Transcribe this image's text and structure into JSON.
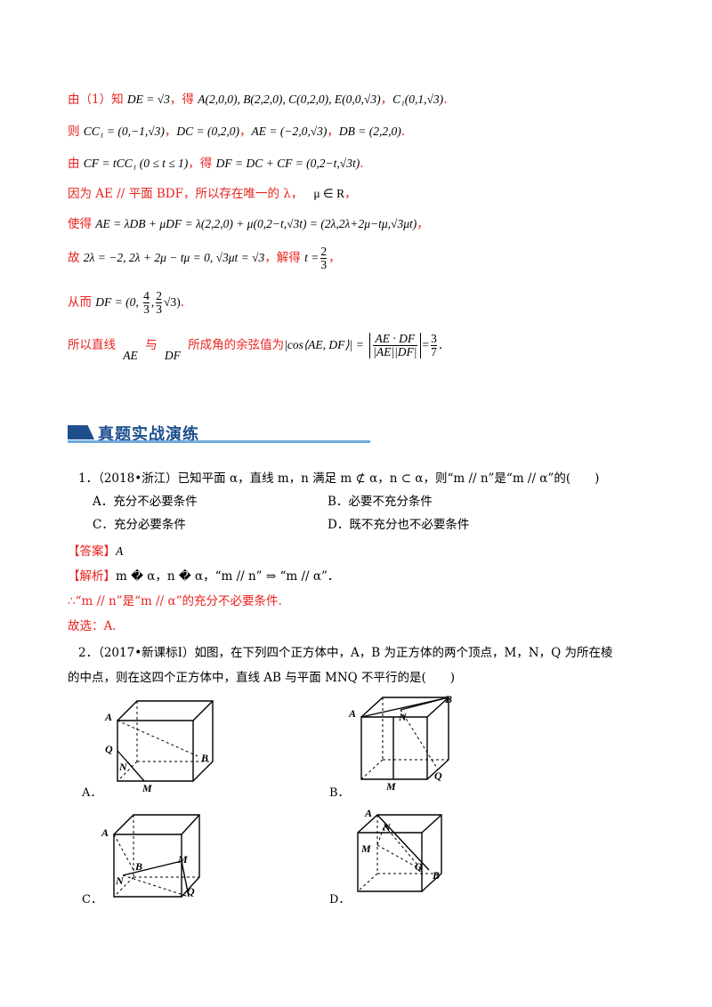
{
  "solution": {
    "l1": {
      "prefix": "由（1）知 ",
      "de": "DE = √3",
      "mid": "，得 ",
      "coords": "A(2,0,0), B(2,2,0), C(0,2,0), E(0,0,√3)",
      "sep": "，",
      "c1": "C₁(0,1,√3)",
      "end": "."
    },
    "l2": {
      "prefix": "则 ",
      "v1": "CC₁ = (0,−1,√3)",
      "v2": "DC = (0,2,0)",
      "v3": "AE = (−2,0,√3)",
      "v4": "DB = (2,2,0)",
      "sep": "，",
      "end": "."
    },
    "l3": {
      "prefix": "由 ",
      "eq1": "CF = tCC₁ (0 ≤ t ≤ 1)",
      "mid": "，得 ",
      "eq2": "DF = DC + CF = (0,2−t,√3t)",
      "end": "."
    },
    "l4": {
      "text": "因为 AE // 平面 BDF，所以存在唯一的 λ，",
      "tail": "μ ∈ R",
      "end": "，"
    },
    "l5": {
      "prefix": "使得 ",
      "eq": "AE = λDB + μDF = λ(2,2,0) + μ(0,2−t,√3t) = (2λ,2λ+2μ−tμ,√3μt)",
      "end": "，"
    },
    "l6": {
      "prefix": "故 ",
      "eq": "2λ = −2, 2λ + 2μ − tμ = 0, √3μt = √3",
      "mid": "，解得 ",
      "t": "t =",
      "num": "2",
      "den": "3",
      "end": "，"
    },
    "l7": {
      "prefix": "从而 ",
      "eq": "DF = (0, ",
      "n1": "4",
      "d1": "3",
      "c": ",",
      "n2": "2",
      "d2": "3",
      "r": "√3)",
      "end": "."
    },
    "l8": {
      "text1": "所以直线",
      "ae": "AE",
      "text2": "与",
      "df": "DF",
      "text3": "所成角的余弦值为",
      "cos": "|cos⟨AE, DF⟩| =",
      "fnum": "AE · DF",
      "fden": "|AE||DF|",
      "eq": "=",
      "rnum": "3",
      "rden": "7",
      "end": "."
    }
  },
  "section": {
    "title": "真题实战演练"
  },
  "q1": {
    "stem": "1．（2018•浙江）已知平面 α，直线 m，n 满足 m ⊄ α，n ⊂ α，则“m // n”是“m // α”的(　　)",
    "options": {
      "A": "A．充分不必要条件",
      "B": "B．必要不充分条件",
      "C": "C．充分必要条件",
      "D": "D．既不充分也不必要条件"
    },
    "answer_label": "【答案】",
    "answer": "A",
    "analysis_label": "【解析】",
    "analysis": "m � α，n � α，“m // n” ⇒ “m // α”．",
    "conclusion": "∴“m // n”是“m // α”的充分不必要条件.",
    "choice": "故选：A."
  },
  "q2": {
    "stem1": "2．（2017•新课标Ⅰ）如图，在下列四个正方体中，A，B 为正方体的两个顶点，M，N，Q 为所在棱",
    "stem2": "的中点，则在这四个正方体中，直线 AB 与平面 MNQ 不平行的是(　　)",
    "figs": {
      "A": "A．",
      "B": "B．",
      "C": "C．",
      "D": "D．"
    },
    "points": {
      "A": "A",
      "B": "B",
      "M": "M",
      "N": "N",
      "Q": "Q"
    }
  }
}
